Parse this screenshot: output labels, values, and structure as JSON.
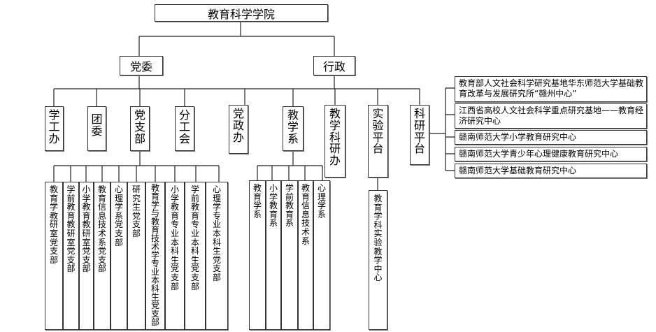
{
  "root": "教育科学学院",
  "party": {
    "label": "党委",
    "units": [
      "学工办",
      "团委",
      "党支部",
      "分工会"
    ],
    "branches": [
      "教育学教研室党支部",
      "学前教育教研室党支部",
      "小学教育教研室党支部",
      "教育信息技术系党支部",
      "心理学系党支部",
      "研究生党支部",
      "教育学与教育技术学专业本科生党支部",
      "小学教育专业本科生党支部",
      "学前教育专业本科生党支部",
      "心理学专业本科生党支部"
    ]
  },
  "admin": {
    "label": "行政",
    "units": [
      "党政办",
      "教学系",
      "教学科研办",
      "实验平台",
      "科研平台"
    ],
    "departments": [
      "教育学系",
      "小学教育系",
      "学前教育系",
      "教育信息技术系",
      "心理学系"
    ],
    "lab_center": "教育学科实验教学中心",
    "research_centers": [
      "教育部人文社会科学研究基地华东师范大学基础教育改革与发展研究所“赣州中心”",
      "江西省高校人文社会科学重点研究基地——教育经济研究中心",
      "赣南师范大学小学教育研究中心",
      "赣南师范大学青少年心理健康教育研究中心",
      "赣南师范大学基础教育研究中心"
    ]
  }
}
